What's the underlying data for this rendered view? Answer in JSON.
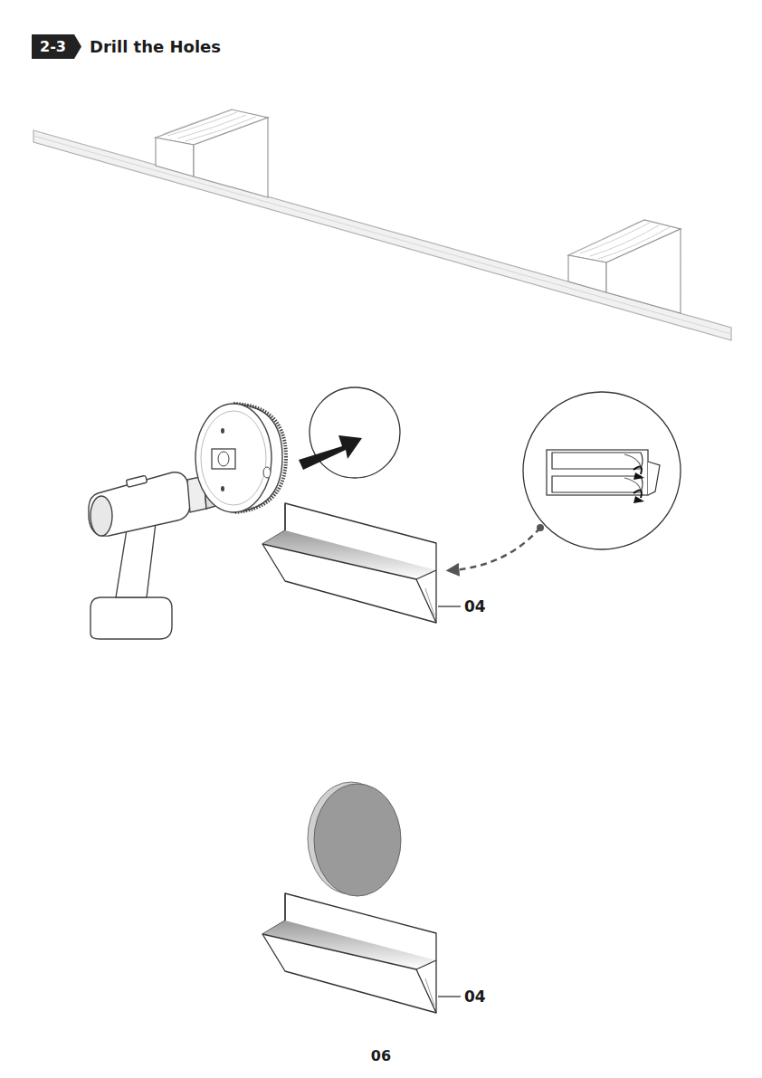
{
  "diagram": {
    "title": "Drill the Holes",
    "nodes": [
      {
        "text": [
          "2-3"
        ]
      }
    ],
    "labels": [
      "04",
      "04",
      "06"
    ]
  }
}
